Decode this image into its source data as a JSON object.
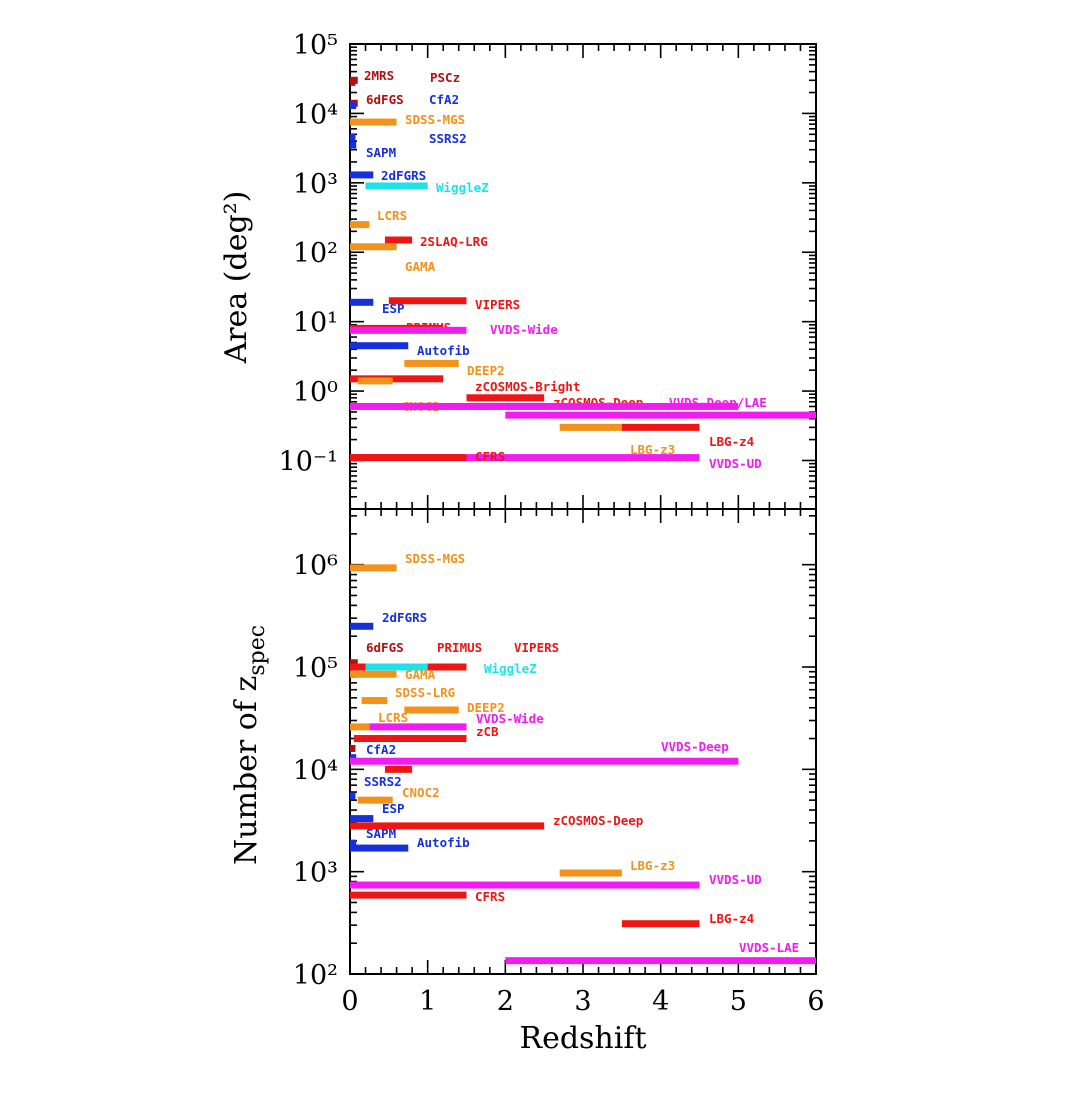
{
  "colors": {
    "darkred": "#b01010",
    "red": "#ee1515",
    "blue": "#1730dd",
    "orange": "#f2921a",
    "cyan": "#1ee2ea",
    "magenta": "#f01cf0"
  },
  "chart_data": [
    {
      "type": "bar",
      "orientation": "horizontal-ranges",
      "xlabel": "",
      "ylabel": "Area (deg²)",
      "xlim": [
        0,
        6
      ],
      "ylim": [
        0.02,
        100000
      ],
      "yscale": "log",
      "y_tick_labels": [
        "10⁻¹",
        "10⁰",
        "10¹",
        "10²",
        "10³",
        "10⁴",
        "10⁵"
      ],
      "surveys": [
        {
          "label": "2MRS",
          "z_min": 0,
          "z_max": 0.07,
          "value": 28000,
          "color": "darkred"
        },
        {
          "label": "PSCz",
          "z_min": 0,
          "z_max": 0.1,
          "value": 30000,
          "color": "darkred"
        },
        {
          "label": "6dFGS",
          "z_min": 0,
          "z_max": 0.1,
          "value": 14000,
          "color": "darkred"
        },
        {
          "label": "CfA2",
          "z_min": 0,
          "z_max": 0.08,
          "value": 13000,
          "color": "blue"
        },
        {
          "label": "SDSS-MGS",
          "z_min": 0,
          "z_max": 0.6,
          "value": 7500,
          "color": "orange"
        },
        {
          "label": "SSRS2",
          "z_min": 0,
          "z_max": 0.07,
          "value": 4500,
          "color": "blue"
        },
        {
          "label": "SAPM",
          "z_min": 0,
          "z_max": 0.08,
          "value": 3500,
          "color": "blue"
        },
        {
          "label": "2dFGRS",
          "z_min": 0,
          "z_max": 0.3,
          "value": 1300,
          "color": "blue"
        },
        {
          "label": "WiggleZ",
          "z_min": 0.2,
          "z_max": 1.0,
          "value": 900,
          "color": "cyan"
        },
        {
          "label": "LCRS",
          "z_min": 0,
          "z_max": 0.25,
          "value": 250,
          "color": "orange"
        },
        {
          "label": "2SLAQ-LRG",
          "z_min": 0.45,
          "z_max": 0.8,
          "value": 150,
          "color": "red"
        },
        {
          "label": "GAMA",
          "z_min": 0,
          "z_max": 0.6,
          "value": 120,
          "color": "orange"
        },
        {
          "label": "ESP",
          "z_min": 0,
          "z_max": 0.3,
          "value": 19,
          "color": "blue"
        },
        {
          "label": "VIPERS",
          "z_min": 0.5,
          "z_max": 1.5,
          "value": 20,
          "color": "red"
        },
        {
          "label": "PRIMUS",
          "z_min": 0,
          "z_max": 1.2,
          "value": 8,
          "color": "red"
        },
        {
          "label": "VVDS-Wide",
          "z_min": 0,
          "z_max": 1.5,
          "value": 7.5,
          "color": "magenta"
        },
        {
          "label": "Autofib",
          "z_min": 0,
          "z_max": 0.75,
          "value": 4.5,
          "color": "blue"
        },
        {
          "label": "DEEP2",
          "z_min": 0.7,
          "z_max": 1.4,
          "value": 2.5,
          "color": "orange"
        },
        {
          "label": "zCOSMOS-Bright",
          "z_min": 0,
          "z_max": 1.2,
          "value": 1.5,
          "color": "red"
        },
        {
          "label": "CNOC2",
          "z_min": 0.1,
          "z_max": 0.55,
          "value": 1.4,
          "color": "orange"
        },
        {
          "label": "zCOSMOS-Deep",
          "z_min": 1.5,
          "z_max": 2.5,
          "value": 0.8,
          "color": "red"
        },
        {
          "label": "VVDS-Deep/LAE",
          "z_min": 0,
          "z_max": 5.0,
          "value": 0.6,
          "color": "magenta"
        },
        {
          "label": "",
          "z_min": 2.0,
          "z_max": 6.0,
          "value": 0.45,
          "color": "magenta"
        },
        {
          "label": "LBG-z3",
          "z_min": 2.7,
          "z_max": 3.5,
          "value": 0.3,
          "color": "orange"
        },
        {
          "label": "LBG-z4",
          "z_min": 3.5,
          "z_max": 4.5,
          "value": 0.3,
          "color": "red"
        },
        {
          "label": "VVDS-UD",
          "z_min": 0,
          "z_max": 4.5,
          "value": 0.11,
          "color": "magenta"
        },
        {
          "label": "CFRS",
          "z_min": 0,
          "z_max": 1.5,
          "value": 0.11,
          "color": "red"
        }
      ]
    },
    {
      "type": "bar",
      "orientation": "horizontal-ranges",
      "xlabel": "Redshift",
      "ylabel": "Number of z",
      "ylabel_sub": "spec",
      "xlim": [
        0,
        6
      ],
      "ylim": [
        100,
        3500000
      ],
      "yscale": "log",
      "x_tick_labels": [
        "0",
        "1",
        "2",
        "3",
        "4",
        "5",
        "6"
      ],
      "y_tick_labels": [
        "10²",
        "10³",
        "10⁴",
        "10⁵",
        "10⁶"
      ],
      "surveys": [
        {
          "label": "SDSS-MGS",
          "z_min": 0,
          "z_max": 0.6,
          "value": 930000,
          "color": "orange"
        },
        {
          "label": "2dFGRS",
          "z_min": 0,
          "z_max": 0.3,
          "value": 250000,
          "color": "blue"
        },
        {
          "label": "6dFGS",
          "z_min": 0,
          "z_max": 0.1,
          "value": 110000,
          "color": "darkred"
        },
        {
          "label": "PRIMUS",
          "z_min": 0,
          "z_max": 1.2,
          "value": 100000,
          "color": "red"
        },
        {
          "label": "VIPERS",
          "z_min": 0.5,
          "z_max": 1.5,
          "value": 100000,
          "color": "red"
        },
        {
          "label": "WiggleZ",
          "z_min": 0.2,
          "z_max": 1.0,
          "value": 100000,
          "color": "cyan"
        },
        {
          "label": "GAMA",
          "z_min": 0,
          "z_max": 0.6,
          "value": 85000,
          "color": "orange"
        },
        {
          "label": "SDSS-LRG",
          "z_min": 0.15,
          "z_max": 0.48,
          "value": 47000,
          "color": "orange"
        },
        {
          "label": "DEEP2",
          "z_min": 0.7,
          "z_max": 1.4,
          "value": 38000,
          "color": "orange"
        },
        {
          "label": "LCRS",
          "z_min": 0,
          "z_max": 0.25,
          "value": 26000,
          "color": "orange"
        },
        {
          "label": "VVDS-Wide",
          "z_min": 0.25,
          "z_max": 1.5,
          "value": 26000,
          "color": "magenta"
        },
        {
          "label": "zCB",
          "z_min": 0.05,
          "z_max": 1.5,
          "value": 20000,
          "color": "red"
        },
        {
          "label": "",
          "z_min": 0,
          "z_max": 0.07,
          "value": 16000,
          "color": "darkred"
        },
        {
          "label": "CfA2",
          "z_min": 0,
          "z_max": 0.08,
          "value": 13000,
          "color": "blue"
        },
        {
          "label": "VVDS-Deep",
          "z_min": 0,
          "z_max": 5.0,
          "value": 12000,
          "color": "magenta"
        },
        {
          "label": "",
          "z_min": 0.45,
          "z_max": 0.8,
          "value": 10000,
          "color": "red"
        },
        {
          "label": "SSRS2",
          "z_min": 0,
          "z_max": 0.07,
          "value": 5500,
          "color": "blue"
        },
        {
          "label": "CNOC2",
          "z_min": 0.1,
          "z_max": 0.55,
          "value": 5000,
          "color": "orange"
        },
        {
          "label": "ESP",
          "z_min": 0,
          "z_max": 0.3,
          "value": 3300,
          "color": "blue"
        },
        {
          "label": "zCOSMOS-Deep",
          "z_min": 0,
          "z_max": 2.5,
          "value": 2800,
          "color": "red"
        },
        {
          "label": "SAPM",
          "z_min": 0,
          "z_max": 0.08,
          "value": 1900,
          "color": "blue"
        },
        {
          "label": "Autofib",
          "z_min": 0,
          "z_max": 0.75,
          "value": 1700,
          "color": "blue"
        },
        {
          "label": "LBG-z3",
          "z_min": 2.7,
          "z_max": 3.5,
          "value": 970,
          "color": "orange"
        },
        {
          "label": "VVDS-UD",
          "z_min": 0,
          "z_max": 4.5,
          "value": 740,
          "color": "magenta"
        },
        {
          "label": "CFRS",
          "z_min": 0,
          "z_max": 1.5,
          "value": 590,
          "color": "red"
        },
        {
          "label": "LBG-z4",
          "z_min": 3.5,
          "z_max": 4.5,
          "value": 310,
          "color": "red"
        },
        {
          "label": "VVDS-LAE",
          "z_min": 2.0,
          "z_max": 6.0,
          "value": 135,
          "color": "magenta"
        }
      ]
    }
  ]
}
